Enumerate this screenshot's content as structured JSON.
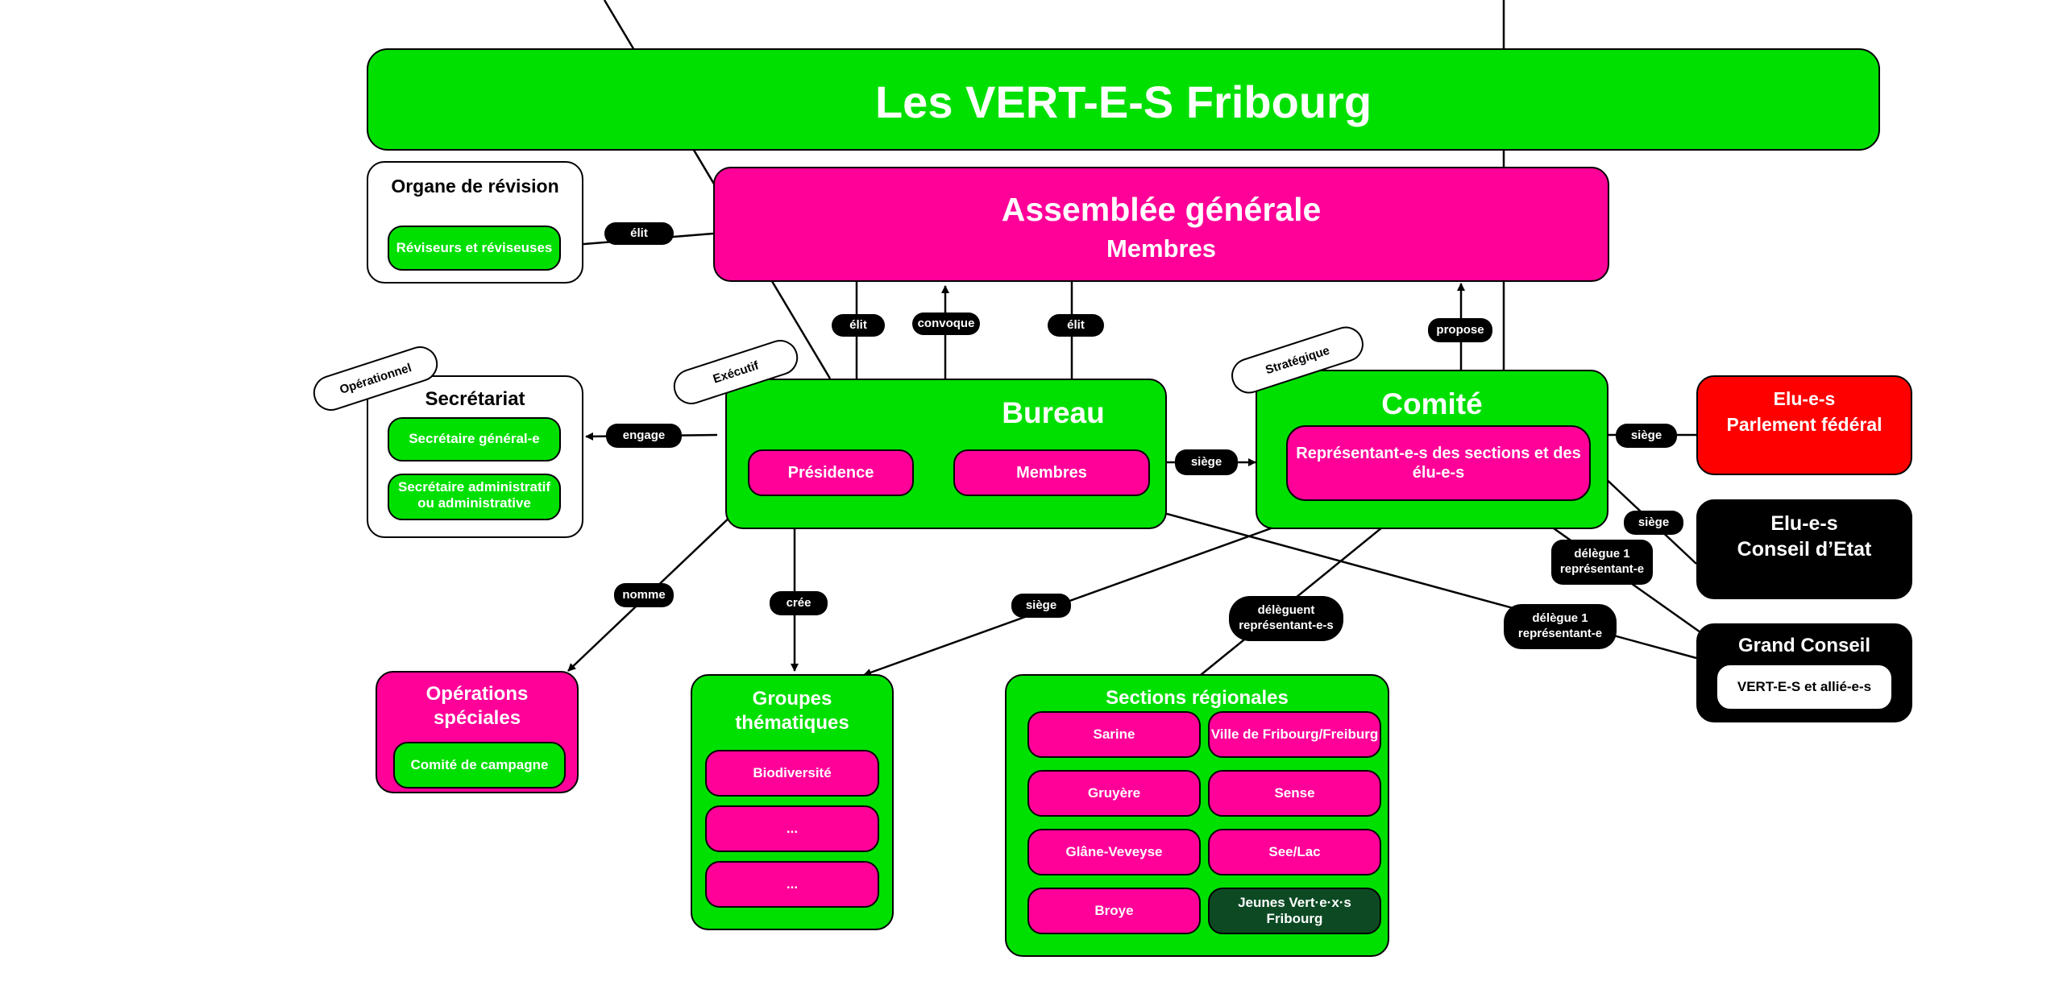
{
  "title": "Les VERT-E-S Fribourg",
  "assemblee": {
    "title": "Assemblée générale",
    "subtitle": "Membres"
  },
  "revision": {
    "title": "Organe de révision",
    "item": "Réviseurs et réviseuses"
  },
  "secretariat": {
    "title": "Secrétariat",
    "items": [
      "Secrétaire général-e",
      "Secrétaire administratif ou administrative"
    ],
    "tag": "Opérationnel"
  },
  "bureau": {
    "title": "Bureau",
    "items": [
      "Présidence",
      "Membres"
    ],
    "tag": "Exécutif"
  },
  "comite": {
    "title": "Comité",
    "item": "Représentant-e-s des sections et des élu-e-s",
    "tag": "Stratégique"
  },
  "elus_federal": {
    "line1": "Elu-e-s",
    "line2": "Parlement fédéral"
  },
  "elus_etat": {
    "line1": "Elu-e-s",
    "line2": "Conseil d’Etat"
  },
  "grand_conseil": {
    "title": "Grand Conseil",
    "item": "VERT-E-S et allié-e-s"
  },
  "operations": {
    "title": "Opérations spéciales",
    "item": "Comité de campagne"
  },
  "groupes": {
    "title": "Groupes thématiques",
    "items": [
      "Biodiversité",
      "...",
      "..."
    ]
  },
  "sections": {
    "title": "Sections régionales",
    "items": [
      "Sarine",
      "Ville de Fribourg/Freiburg",
      "Gruyère",
      "Sense",
      "Glâne-Veveyse",
      "See/Lac",
      "Broye",
      "Jeunes Vert·e·x·s Fribourg"
    ]
  },
  "labels": {
    "elit_rev": "élit",
    "elit_pres": "élit",
    "convoque": "convoque",
    "elit_membres": "élit",
    "propose": "propose",
    "engage": "engage",
    "siege_bc": "siège",
    "siege_fed": "siège",
    "siege_etat": "siège",
    "delegue_gc1": "délègue 1 représentant-e",
    "delegue_gc2": "délègue 1 représentant-e",
    "nomme": "nomme",
    "cree": "crée",
    "siege_groupes": "siège",
    "deleguent": "délèguent représentant-e-s"
  }
}
